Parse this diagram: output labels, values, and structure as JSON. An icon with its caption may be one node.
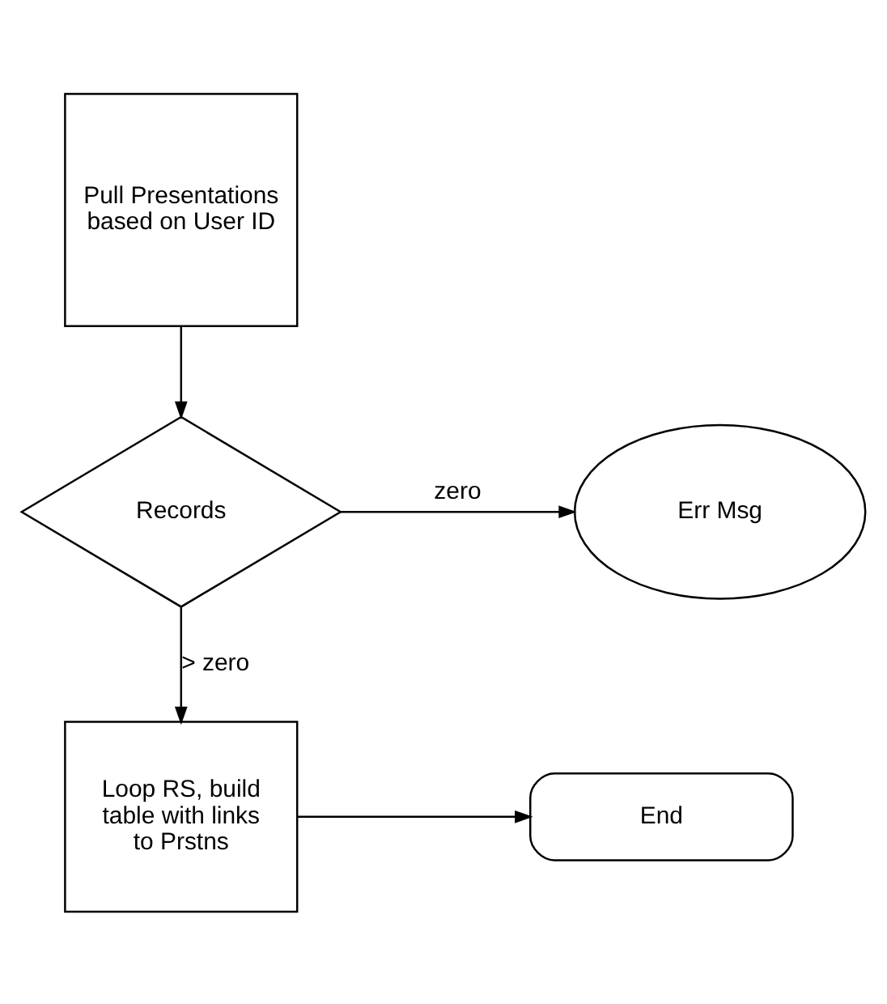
{
  "diagram": {
    "nodes": [
      {
        "text": [
          "Pull Presentations based on User ID"
        ]
      },
      {
        "text": [
          "Records"
        ]
      },
      {
        "text": [
          "Err Msg"
        ]
      },
      {
        "text": [
          "Loop RS, build table with links to Prstns"
        ]
      },
      {
        "text": [
          "End"
        ]
      }
    ],
    "edges": [
      {
        "from": 0,
        "to": 1,
        "arrow": "to"
      },
      {
        "from": 1,
        "to": 2,
        "arrow": "to",
        "label": "zero"
      },
      {
        "from": 1,
        "to": 3,
        "arrow": "to",
        "label": "> zero"
      },
      {
        "from": 3,
        "to": 4,
        "arrow": "to"
      }
    ]
  }
}
